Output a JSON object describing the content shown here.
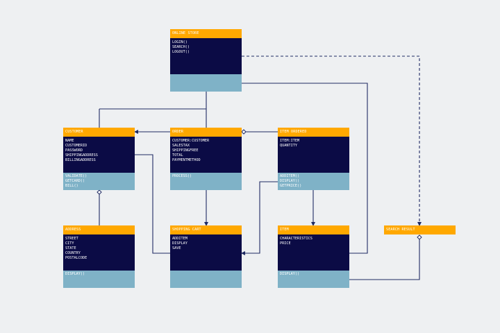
{
  "classes": {
    "online_store": {
      "name": "ONLINE STORE",
      "attrs": [
        "LOGIN()",
        "SEARCH()",
        "LOGOUT()"
      ],
      "ops": []
    },
    "customer": {
      "name": "CUSTOMER",
      "attrs": [
        "NAME",
        "CUSTOMERID",
        "PASSWORD",
        "SHIPPINGADDRESS",
        "BILLINGADDRESS"
      ],
      "ops": [
        "VALIDATE()",
        "GETCARD()",
        "BILL()"
      ]
    },
    "order": {
      "name": "ORDER",
      "attrs": [
        "CUSTOMER:CUSTOMER",
        "SALESTAX",
        "SHIPPINGFREE",
        "TOTAL",
        "PAYMENTMETHOD"
      ],
      "ops": [
        "PROCESS()"
      ]
    },
    "item_ordered": {
      "name": "ITEM ORDERED",
      "attrs": [
        "ITEM:ITEM",
        "QUANTITY"
      ],
      "ops": [
        "ADDITEM()",
        "DISPLAY()",
        "GETPRICE()"
      ]
    },
    "address": {
      "name": "ADDRESS",
      "attrs": [
        "STREET",
        "CITY",
        "STATE",
        "COUNTRY",
        "POSTALCODE"
      ],
      "ops": [
        "DISPLAY()"
      ]
    },
    "shopping_cart": {
      "name": "SHOPPING CART",
      "attrs": [
        "ADDITEM",
        "DISPLAY",
        "SAVE"
      ],
      "ops": []
    },
    "item": {
      "name": "ITEM",
      "attrs": [
        "CHARACTERISTICS",
        "PRICE"
      ],
      "ops": [
        "DISPLAY()"
      ]
    },
    "search_result": {
      "name": "SEARCH RESULT"
    }
  },
  "colors": {
    "header": "#ffa800",
    "attributes": "#0b0b45",
    "operations": "#7fb2c7",
    "connector": "#1f2a63",
    "background": "#eef0f2"
  }
}
